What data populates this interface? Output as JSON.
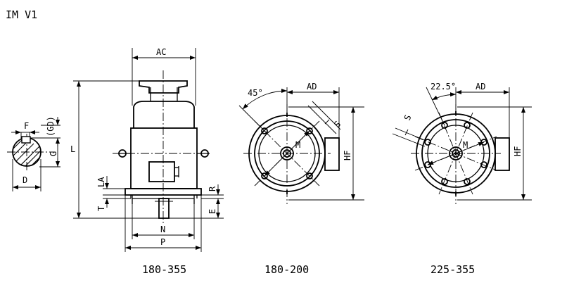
{
  "title": "IM V1",
  "labels": {
    "F": "F",
    "GD": "(GD)",
    "G": "G",
    "D": "D",
    "L": "L",
    "AC": "AC",
    "LA": "LA",
    "T": "T",
    "R": "R",
    "E": "E",
    "N": "N",
    "P": "P",
    "angle1": "45°",
    "angle2": "22.5°",
    "AD1": "AD",
    "AD2": "AD",
    "HF1": "HF",
    "HF2": "HF",
    "M1": "M",
    "M2": "M",
    "S1": "S",
    "S2": "S"
  },
  "captions": {
    "side": "180-355",
    "front_small": "180-200",
    "front_large": "225-355"
  }
}
